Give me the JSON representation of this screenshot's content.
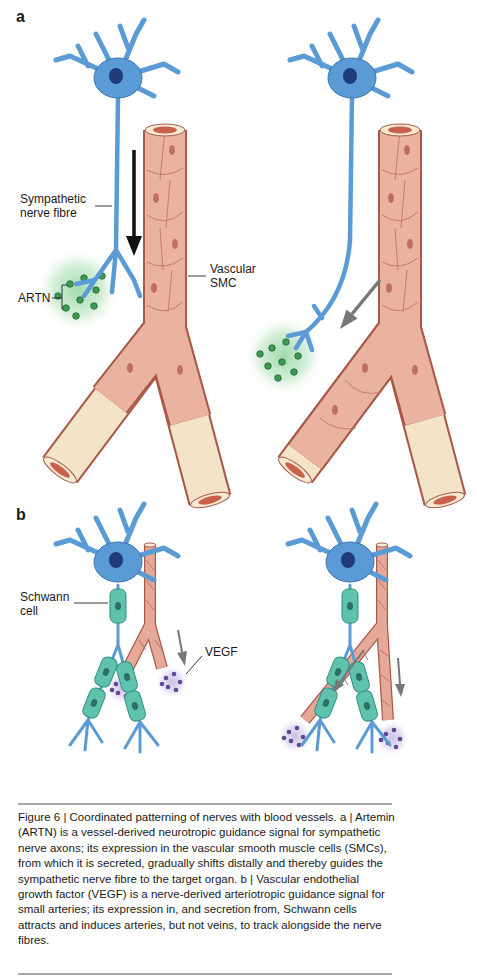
{
  "diagram": {
    "caption": "Figure 6 | Coordinated patterning of nerves with blood vessels. a | Artemin (ARTN) is a vessel-derived neurotropic guidance signal for sympathetic nerve axons; its expression in the vascular smooth muscle cells (SMCs), from which it is secreted, gradually shifts distally and thereby guides the sympathetic nerve fibre to the target organ. b | Vascular endothelial growth factor (VEGF) is a nerve-derived arteriotropic guidance signal for small arteries; its expression in, and secretion from, Schwann cells attracts and induces arteries, but not veins, to track alongside the nerve fibres.",
    "labels": [
      "a",
      "Sympathetic nerve fibre",
      "ARTN",
      "Vascular SMC",
      "b",
      "Schwann cell",
      "VEGF"
    ]
  }
}
